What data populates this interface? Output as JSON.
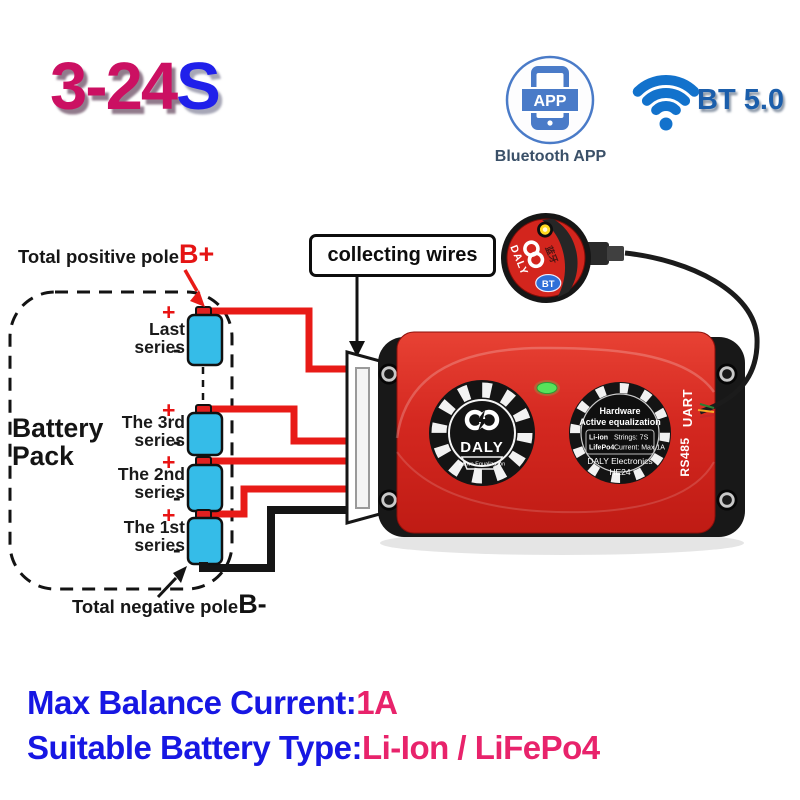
{
  "header": {
    "series_range": {
      "main": "3-24",
      "suffix": "S"
    },
    "app_badge": {
      "label": "APP",
      "caption": "Bluetooth APP"
    },
    "bt_label": "BT 5.0"
  },
  "diagram": {
    "collecting_wires": "collecting wires",
    "pack_label": {
      "line1": "Battery",
      "line2": "Pack"
    },
    "total_positive": {
      "text": "Total positive pole",
      "pole": "B+"
    },
    "total_negative": {
      "text": "Total negative pole",
      "pole": "B-"
    },
    "cells": [
      {
        "line1": "Last",
        "line2": "series",
        "plus": "+",
        "minus": "-"
      },
      {
        "line1": "The 3rd",
        "line2": "series",
        "plus": "+",
        "minus": "-"
      },
      {
        "line1": "The 2nd",
        "line2": "series",
        "plus": "+",
        "minus": "-"
      },
      {
        "line1": "The 1st",
        "line2": "series",
        "plus": "+",
        "minus": "-"
      }
    ]
  },
  "device": {
    "left_badge": {
      "brand": "DALY",
      "banner": "Active Equalization"
    },
    "right_badge": {
      "title1": "Hardware",
      "title2": "Active equalization",
      "row1_chem": "Li-ion",
      "row1_rest": "Strings:  7S",
      "row2_chem": "LifePo4",
      "row2_rest": "Current:  Max 1A",
      "maker": "DALY Electronics",
      "model": "HE24"
    },
    "ports": {
      "uart": "UART",
      "rs485": "RS485"
    },
    "dongle": {
      "brand": "DALY",
      "bt": "BT",
      "cn": "蓝牙"
    }
  },
  "specs": {
    "balance": {
      "label": "Max Balance Current:",
      "value": "1A"
    },
    "battery_type": {
      "label": "Suitable Battery Type:",
      "value": "Li-Ion / LiFePo4"
    }
  },
  "colors": {
    "device_red": "#d5271f",
    "wire_red": "#e81b17",
    "cell_cyan": "#35bce8",
    "spec_label_blue": "#1717e3",
    "spec_value_pink": "#e8236b",
    "bt_text_blue": "#1b5eab",
    "app_icon_blue": "#4a7bc8"
  }
}
